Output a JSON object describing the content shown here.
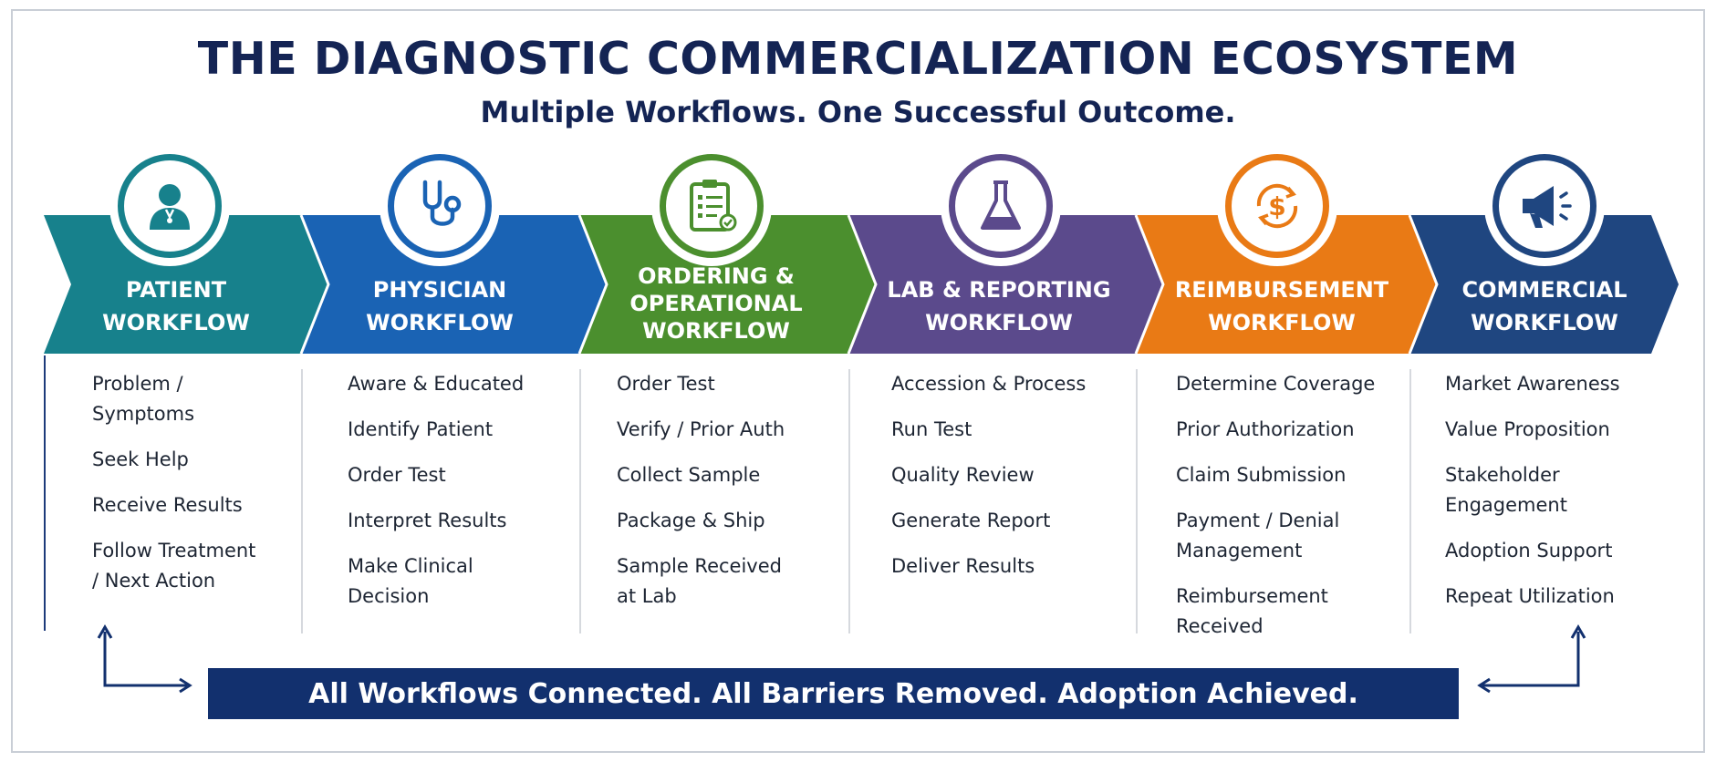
{
  "title": "THE DIAGNOSTIC COMMERCIALIZATION ECOSYSTEM",
  "subtitle": "Multiple Workflows. One Successful Outcome.",
  "workflows": [
    {
      "title_lines": [
        "PATIENT",
        "WORKFLOW"
      ],
      "color": "#17818c",
      "icon": "patient-icon",
      "items": [
        "Problem / Symptoms",
        "Seek Help",
        "Receive Results",
        "Follow Treatment / Next Action"
      ]
    },
    {
      "title_lines": [
        "PHYSICIAN",
        "WORKFLOW"
      ],
      "color": "#1a63b4",
      "icon": "stethoscope-icon",
      "items": [
        "Aware & Educated",
        "Identify Patient",
        "Order Test",
        "Interpret Results",
        "Make Clinical Decision"
      ]
    },
    {
      "title_lines": [
        "ORDERING &",
        "OPERATIONAL",
        "WORKFLOW"
      ],
      "color": "#4b8f2e",
      "icon": "clipboard-checklist-icon",
      "items": [
        "Order Test",
        "Verify / Prior Auth",
        "Collect Sample",
        "Package & Ship",
        "Sample Received at Lab"
      ]
    },
    {
      "title_lines": [
        "LAB & REPORTING",
        "WORKFLOW"
      ],
      "color": "#5b4a8c",
      "icon": "flask-icon",
      "items": [
        "Accession & Process",
        "Run Test",
        "Quality Review",
        "Generate Report",
        "Deliver Results"
      ]
    },
    {
      "title_lines": [
        "REIMBURSEMENT",
        "WORKFLOW"
      ],
      "color": "#e97a15",
      "icon": "dollar-cycle-icon",
      "items": [
        "Determine Coverage",
        "Prior Authorization",
        "Claim Submission",
        "Payment / Denial Management",
        "Reimbursement Received"
      ]
    },
    {
      "title_lines": [
        "COMMERCIAL",
        "WORKFLOW"
      ],
      "color": "#1f4680",
      "icon": "megaphone-icon",
      "items": [
        "Market Awareness",
        "Value Proposition",
        "Stakeholder Engagement",
        "Adoption Support",
        "Repeat Utilization"
      ]
    }
  ],
  "banner": "All Workflows Connected. All Barriers Removed. Adoption Achieved."
}
